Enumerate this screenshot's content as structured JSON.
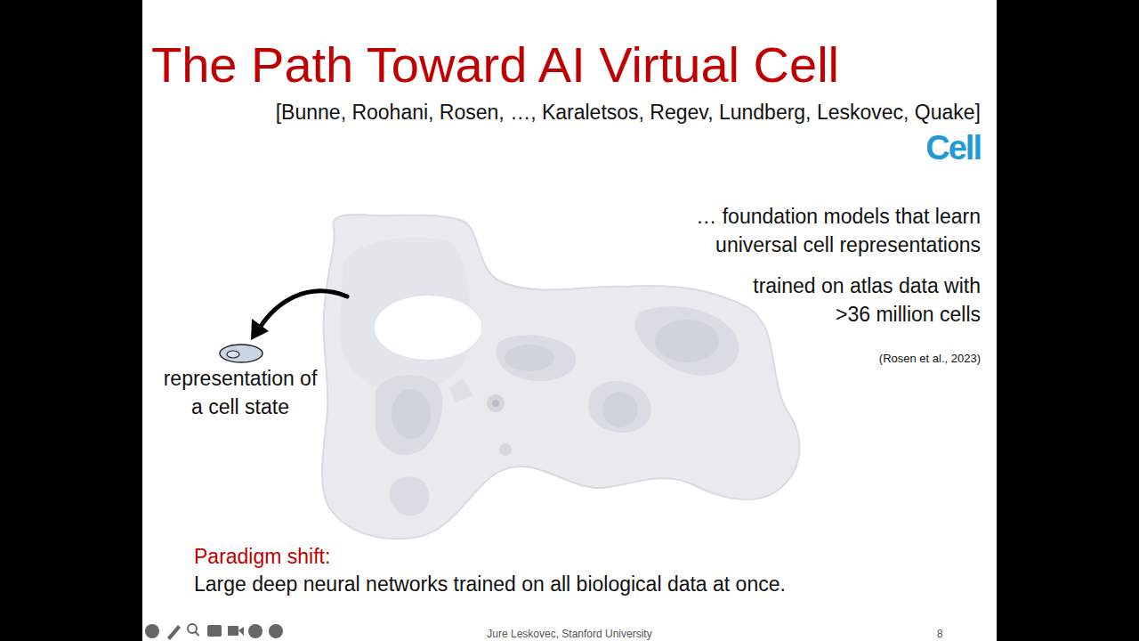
{
  "diagram": {
    "title": "The Path Toward AI Virtual Cell",
    "labels": [
      "[Bunne, Roohani, Rosen, …, Karaletsos, Regev, Lundberg, Leskovec, Quake]",
      "Cell",
      "… foundation models that learn universal cell representations",
      "trained on atlas data with >36 million cells",
      "(Rosen et al., 2023)",
      "representation of a cell state",
      "Paradigm shift:",
      "Large deep neural networks trained on all biological data at once.",
      "Jure Leskovec, Stanford University",
      "8"
    ]
  }
}
